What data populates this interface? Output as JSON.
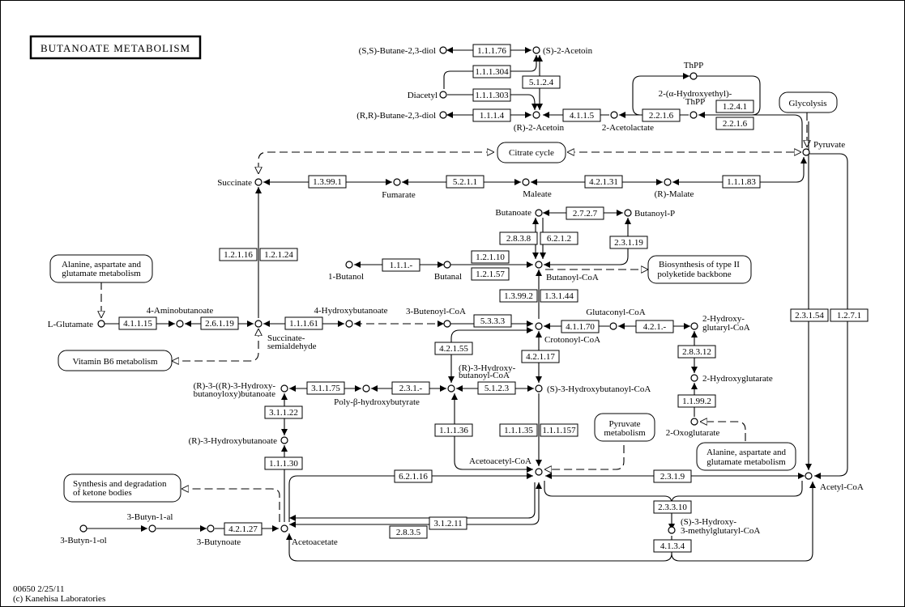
{
  "title": "BUTANOATE METABOLISM",
  "footer": {
    "line1": "00650 2/25/11",
    "line2": "(c) Kanehisa Laboratories"
  },
  "compounds": {
    "ss_butanediol": "(S,S)-Butane-2,3-diol",
    "s_acetoin": "(S)-2-Acetoin",
    "diacetyl": "Diacetyl",
    "rr_butanediol": "(R,R)-Butane-2,3-diol",
    "r_acetoin": "(R)-2-Acetoin",
    "acetolactate": "2-Acetolactate",
    "thpp": "ThPP",
    "hethpp_1": "2-(α-Hydroxyethyl)-",
    "hethpp_2": "ThPP",
    "pyruvate": "Pyruvate",
    "succinate": "Succinate",
    "fumarate": "Fumarate",
    "maleate": "Maleate",
    "r_malate": "(R)-Malate",
    "butanoate": "Butanoate",
    "butanoyl_p": "Butanoyl-P",
    "butanol": "1-Butanol",
    "butanal": "Butanal",
    "butanoyl_coa": "Butanoyl-CoA",
    "l_glutamate": "L-Glutamate",
    "aminobutanoate": "4-Aminobutanoate",
    "ssa_1": "Succinate-",
    "ssa_2": "semialdehyde",
    "hydroxybutanoate4": "4-Hydroxybutanoate",
    "butenoyl_coa": "3-Butenoyl-CoA",
    "crotonoyl_coa": "Crotonoyl-CoA",
    "glutaconyl_coa": "Glutaconyl-CoA",
    "hg_coa_1": "2-Hydroxy-",
    "hg_coa_2": "glutaryl-CoA",
    "r3hb_coa_1": "(R)-3-Hydroxy-",
    "r3hb_coa_2": "butanoyl-CoA",
    "s3hb_coa": "(S)-3-Hydroxybutanoyl-CoA",
    "hydroxyglutarate": "2-Hydroxyglutarate",
    "oxoglutarate": "2-Oxoglutarate",
    "r3hbb_1": "(R)-3-((R)-3-Hydroxy-",
    "r3hbb_2": "butanoyloxy)butanoate",
    "phb": "Poly-β-hydroxybutyrate",
    "r3hb": "(R)-3-Hydroxybutanoate",
    "acetoacetyl_coa": "Acetoacetyl-CoA",
    "acetyl_coa": "Acetyl-CoA",
    "hmg_coa_1": "(S)-3-Hydroxy-",
    "hmg_coa_2": "3-methylglutaryl-CoA",
    "butynol": "3-Butyn-1-ol",
    "butynal": "3-Butyn-1-al",
    "butynoate": "3-Butynoate",
    "acetoacetate": "Acetoacetate"
  },
  "enzymes": {
    "e1_1_1_76": "1.1.1.76",
    "e1_1_1_304": "1.1.1.304",
    "e1_1_1_303": "1.1.1.303",
    "e5_1_2_4": "5.1.2.4",
    "e1_1_1_4": "1.1.1.4",
    "e4_1_1_5": "4.1.1.5",
    "e2_2_1_6a": "2.2.1.6",
    "e1_2_4_1": "1.2.4.1",
    "e2_2_1_6b": "2.2.1.6",
    "e1_3_99_1": "1.3.99.1",
    "e5_2_1_1": "5.2.1.1",
    "e4_2_1_31": "4.2.1.31",
    "e1_1_1_83": "1.1.1.83",
    "e2_7_2_7": "2.7.2.7",
    "e2_8_3_8": "2.8.3.8",
    "e6_2_1_2": "6.2.1.2",
    "e2_3_1_19": "2.3.1.19",
    "e1_2_1_10": "1.2.1.10",
    "e1_2_1_57": "1.2.1.57",
    "e1_1_1_": "1.1.1.-",
    "e1_2_1_16": "1.2.1.16",
    "e1_2_1_24": "1.2.1.24",
    "e1_3_99_2": "1.3.99.2",
    "e1_3_1_44": "1.3.1.44",
    "e4_1_1_15": "4.1.1.15",
    "e2_6_1_19": "2.6.1.19",
    "e1_1_1_61": "1.1.1.61",
    "e5_3_3_3": "5.3.3.3",
    "e4_1_1_70": "4.1.1.70",
    "e4_2_1_": "4.2.1.-",
    "e4_2_1_55": "4.2.1.55",
    "e4_2_1_17": "4.2.1.17",
    "e2_8_3_12": "2.8.3.12",
    "e3_1_1_75": "3.1.1.75",
    "e2_3_1_": "2.3.1.-",
    "e5_1_2_3": "5.1.2.3",
    "e3_1_1_22": "3.1.1.22",
    "e1_1_99_2": "1.1.99.2",
    "e1_1_1_36": "1.1.1.36",
    "e1_1_1_35": "1.1.1.35",
    "e1_1_1_157": "1.1.1.157",
    "e1_1_1_30": "1.1.1.30",
    "e2_3_1_54": "2.3.1.54",
    "e1_2_7_1": "1.2.7.1",
    "e6_2_1_16": "6.2.1.16",
    "e2_3_1_9": "2.3.1.9",
    "e2_3_3_10": "2.3.3.10",
    "e4_1_3_4": "4.1.3.4",
    "e3_1_2_11": "3.1.2.11",
    "e2_8_3_5": "2.8.3.5",
    "e4_2_1_27": "4.2.1.27"
  },
  "maps": {
    "glycolysis": "Glycolysis",
    "citrate_cycle": "Citrate cycle",
    "ala_asp_glu_1a": "Alanine, aspartate and",
    "ala_asp_glu_1b": "glutamate metabolism",
    "vitamin_b6": "Vitamin B6 metabolism",
    "polyketide_1": "Biosynthesis of type II",
    "polyketide_2": "polyketide backbone",
    "pyruvate_met_1": "Pyruvate",
    "pyruvate_met_2": "metabolism",
    "ala_asp_glu_2a": "Alanine, aspartate and",
    "ala_asp_glu_2b": "glutamate metabolism",
    "ketone_1": "Synthesis and degradation",
    "ketone_2": "of ketone bodies"
  }
}
